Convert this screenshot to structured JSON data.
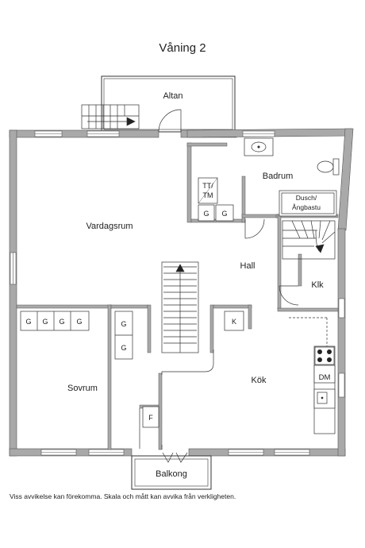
{
  "title": "Våning 2",
  "rooms": {
    "altan": "Altan",
    "badrum": "Badrum",
    "vardagsrum": "Vardagsrum",
    "hall": "Hall",
    "klk": "Klk",
    "sovrum": "Sovrum",
    "kok": "Kök",
    "balkong": "Balkong"
  },
  "fixtures": {
    "tt": "TT/",
    "tm": "TM",
    "dusch": "Dusch/",
    "angbastu": "Ångbastu",
    "g": "G",
    "k": "K",
    "f": "F",
    "dm": "DM"
  },
  "disclaimer": "Viss avvikelse kan förekomma. Skala och mått kan avvika från verkligheten.",
  "colors": {
    "wall": "#a9a9a9",
    "line": "#333333",
    "grid": "#9a9a9a",
    "stove": "#222222"
  }
}
